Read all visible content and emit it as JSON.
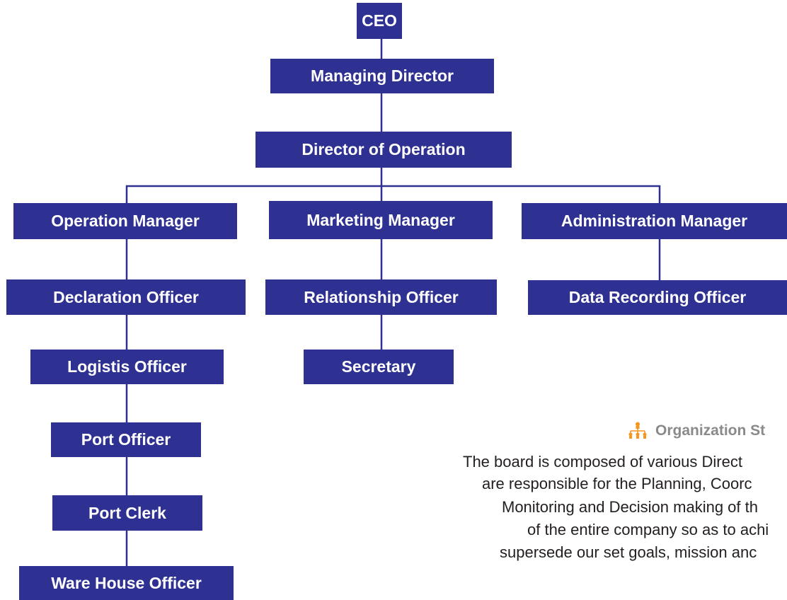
{
  "org_chart": {
    "ceo": "CEO",
    "managing_director": "Managing Director",
    "director_of_operation": "Director of Operation",
    "operation_manager": "Operation Manager",
    "marketing_manager": "Marketing Manager",
    "administration_manager": "Administration Manager",
    "declaration_officer": "Declaration Officer",
    "relationship_officer": "Relationship Officer",
    "data_recording_officer": "Data Recording Officer",
    "logistis_officer": "Logistis Officer",
    "secretary": "Secretary",
    "port_officer": "Port Officer",
    "port_clerk": "Port Clerk",
    "ware_house_officer": "Ware House Officer"
  },
  "description": {
    "title": "Organization St",
    "lines": [
      "The board is composed of various Direct",
      "are responsible for the Planning, Coorc",
      "Monitoring and Decision making of th",
      "of the entire company so as to achi",
      "supersede our set goals, mission anc"
    ]
  },
  "colors": {
    "box": "#2e3192",
    "box_text": "#ffffff",
    "connector": "#2e3192",
    "icon": "#f7941d",
    "caption_title": "#8a8a8a",
    "caption_text": "#231f20"
  },
  "icons": {
    "title_icon": "org-chart-icon"
  }
}
